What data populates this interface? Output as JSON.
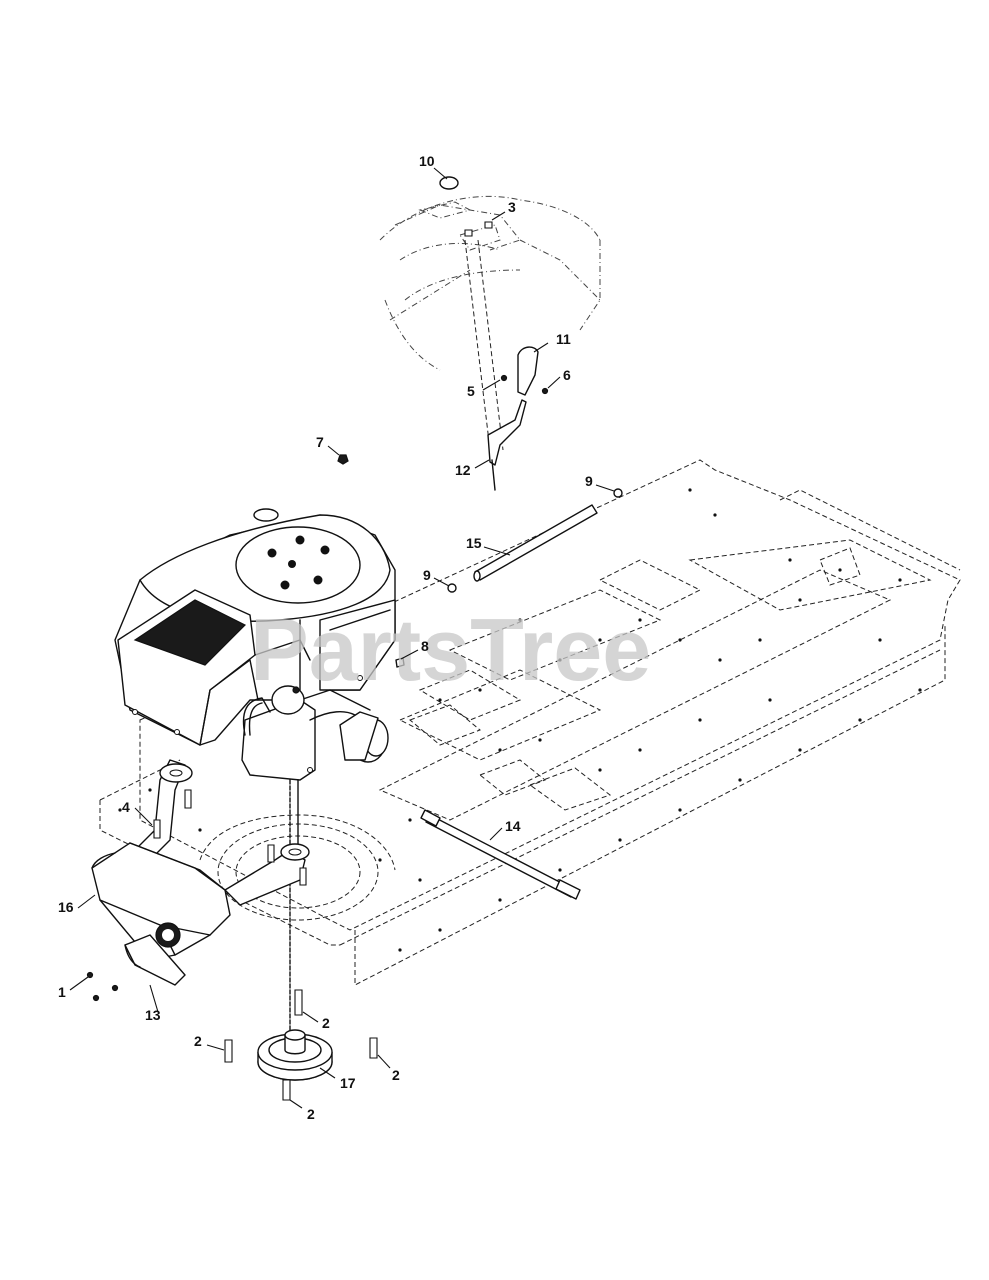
{
  "watermark": "PartsTree",
  "callouts": {
    "c1": "1",
    "c2a": "2",
    "c2b": "2",
    "c2c": "2",
    "c2d": "2",
    "c3": "3",
    "c4": "4",
    "c5": "5",
    "c6": "6",
    "c7": "7",
    "c8": "8",
    "c9a": "9",
    "c9b": "9",
    "c10": "10",
    "c11": "11",
    "c12": "12",
    "c13": "13",
    "c14": "14",
    "c15": "15",
    "c16": "16",
    "c17": "17"
  }
}
